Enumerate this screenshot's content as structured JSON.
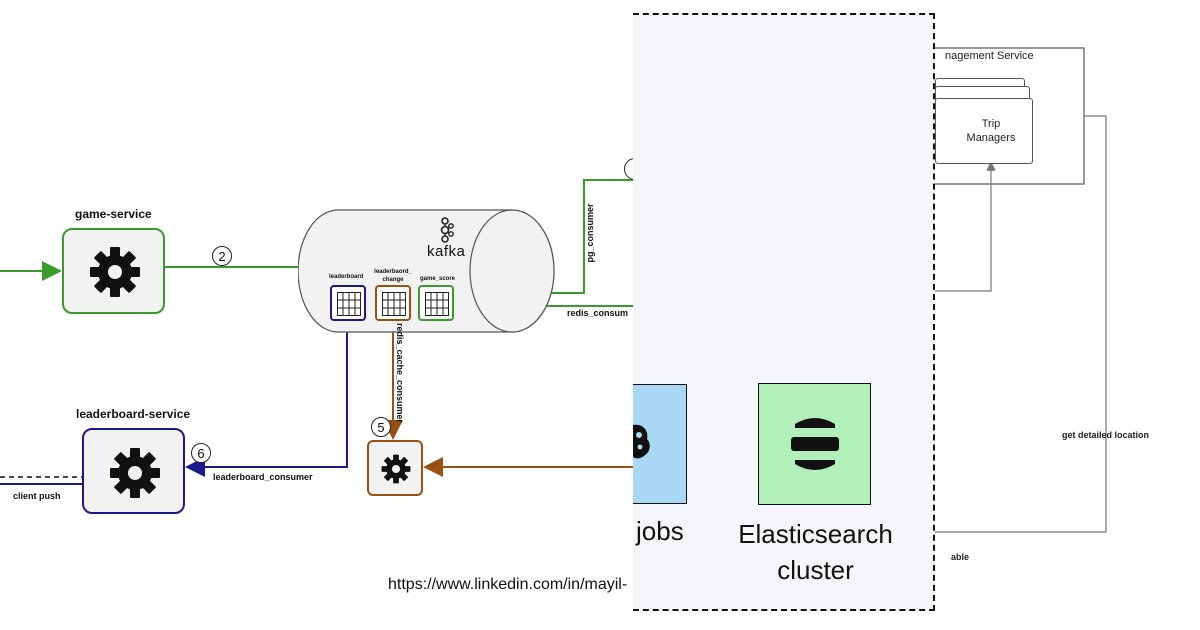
{
  "services": {
    "game": {
      "title": "game-service"
    },
    "leaderboard": {
      "title": "leaderboard-service"
    }
  },
  "kafka": {
    "label": "kafka",
    "topics": {
      "leaderboard": "leaderboard",
      "leaderboard_change": "leaderbaord_change",
      "game_score": "game_score"
    }
  },
  "steps": {
    "two": "2",
    "five": "5",
    "six": "6"
  },
  "edges": {
    "pg_consumer": "pg_consumer",
    "redis_consumer": "redis_consum",
    "redis_cache_consumer": "redis_cache_consumer",
    "leaderboard_consumer": "leaderboard_consumer",
    "client_push": "client push"
  },
  "footer": {
    "url": "https://www.linkedin.com/in/mayil-"
  },
  "overlay": {
    "jobs_label": "jobs",
    "es_label_line1": "Elasticsearch",
    "es_label_line2": "cluster"
  },
  "trip": {
    "service_title": "nagement Service",
    "managers_line1": "Trip",
    "managers_line2": "Managers",
    "get_location": "get detailed location",
    "able": "able"
  },
  "colors": {
    "green": "#3a9a2a",
    "navy": "#1a1a8c",
    "brown": "#9a5014",
    "es_green": "#b1f0b8",
    "jobs_blue": "#a9d8f5"
  },
  "icons": {
    "service": "gear-icon",
    "kafka": "kafka-logo-icon",
    "elasticsearch": "elasticsearch-logo-icon"
  }
}
